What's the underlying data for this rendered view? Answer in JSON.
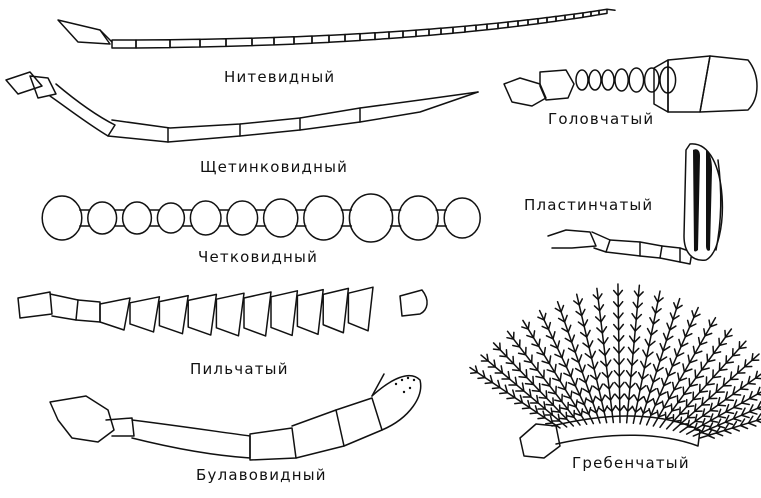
{
  "labels": {
    "filiform": "Нитевидный",
    "setaceous": "Щетинковидный",
    "moniliform": "Четковидный",
    "serrate": "Пильчатый",
    "clavate": "Булавовидный",
    "capitate": "Головчатый",
    "lamellate": "Пластинчатый",
    "pectinate": "Гребенчатый"
  },
  "colors": {
    "ink": "#111111",
    "paper": "#ffffff"
  }
}
